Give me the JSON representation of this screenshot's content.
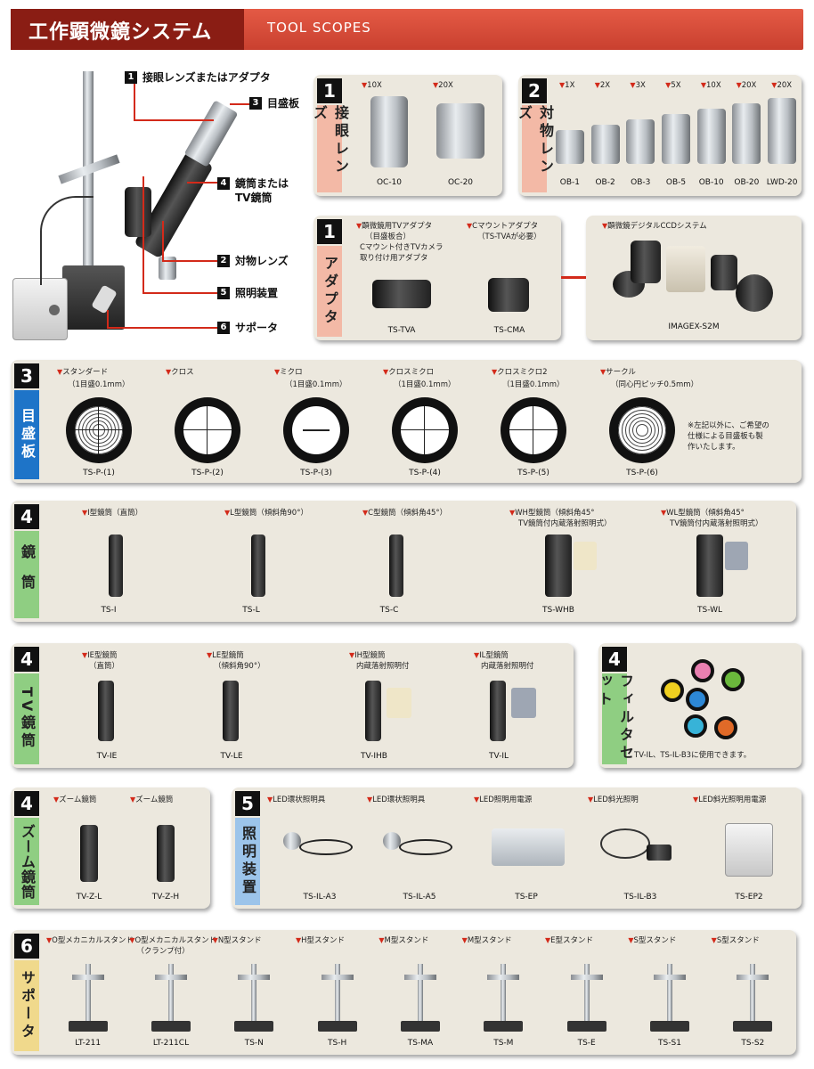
{
  "header": {
    "title": "工作顕微鏡システム",
    "subtitle": "TOOL SCOPES"
  },
  "diagram": {
    "callouts": [
      {
        "num": "1",
        "label": "接眼レンズまたはアダプタ"
      },
      {
        "num": "3",
        "label": "目盛板"
      },
      {
        "num": "4",
        "label": "鏡筒または"
      },
      {
        "num": "",
        "label": "TV鏡筒"
      },
      {
        "num": "2",
        "label": "対物レンズ"
      },
      {
        "num": "5",
        "label": "照明装置"
      },
      {
        "num": "6",
        "label": "サポータ"
      }
    ]
  },
  "eyepiece": {
    "num": "1",
    "label": "接眼レンズ",
    "items": [
      {
        "mag": "10X",
        "code": "OC-10"
      },
      {
        "mag": "20X",
        "code": "OC-20"
      }
    ]
  },
  "objective": {
    "num": "2",
    "label": "対物レンズ",
    "items": [
      {
        "mag": "1X",
        "code": "OB-1"
      },
      {
        "mag": "2X",
        "code": "OB-2"
      },
      {
        "mag": "3X",
        "code": "OB-3"
      },
      {
        "mag": "5X",
        "code": "OB-5"
      },
      {
        "mag": "10X",
        "code": "OB-10"
      },
      {
        "mag": "20X",
        "code": "OB-20"
      },
      {
        "mag": "20X",
        "code": "LWD-20"
      }
    ]
  },
  "adapter": {
    "num": "1",
    "label": "アダプタ",
    "items": [
      {
        "title": "顕微鏡用TVアダプタ",
        "lines": [
          "（目盛板合）",
          "Cマウント付きTVカメラ",
          "取り付け用アダプタ"
        ],
        "code": "TS-TVA"
      },
      {
        "title": "Cマウントアダプタ",
        "lines": [
          "（TS-TVAが必要）"
        ],
        "code": "TS-CMA"
      }
    ],
    "ccd": {
      "title": "顕微鏡デジタルCCDシステム",
      "code": "IMAGEX-S2M"
    }
  },
  "reticle": {
    "num": "3",
    "label": "目盛板",
    "items": [
      {
        "name": "スタンダード",
        "sub": "（1目盛0.1mm）",
        "code": "TS-P-(1)"
      },
      {
        "name": "クロス",
        "sub": "",
        "code": "TS-P-(2)"
      },
      {
        "name": "ミクロ",
        "sub": "（1目盛0.1mm）",
        "code": "TS-P-(3)"
      },
      {
        "name": "クロスミクロ",
        "sub": "（1目盛0.1mm）",
        "code": "TS-P-(4)"
      },
      {
        "name": "クロスミクロ2",
        "sub": "（1目盛0.1mm）",
        "code": "TS-P-(5)"
      },
      {
        "name": "サークル",
        "sub": "（同心円ピッチ0.5mm）",
        "code": "TS-P-(6)"
      }
    ],
    "note": [
      "※左記以外に、ご希望の",
      "仕様による目盛板も製",
      "作いたします。"
    ]
  },
  "tube": {
    "num": "4",
    "label": "鏡筒",
    "items": [
      {
        "name": "I型鏡筒（直筒）",
        "sub": "",
        "code": "TS-I"
      },
      {
        "name": "L型鏡筒（傾斜角90°）",
        "sub": "",
        "code": "TS-L"
      },
      {
        "name": "C型鏡筒（傾斜角45°）",
        "sub": "",
        "code": "TS-C"
      },
      {
        "name": "WH型鏡筒（傾斜角45°",
        "sub": "TV鏡筒付内蔵落射照明式）",
        "code": "TS-WHB"
      },
      {
        "name": "WL型鏡筒（傾斜角45°",
        "sub": "TV鏡筒付内蔵落射照明式）",
        "code": "TS-WL"
      }
    ]
  },
  "tvtube": {
    "num": "4",
    "label": "TV鏡筒",
    "items": [
      {
        "name": "IE型鏡筒",
        "sub": "（直筒）",
        "code": "TV-IE"
      },
      {
        "name": "LE型鏡筒",
        "sub": "（傾斜角90°）",
        "code": "TV-LE"
      },
      {
        "name": "IH型鏡筒",
        "sub": "内蔵落射照明付",
        "code": "TV-IHB"
      },
      {
        "name": "IL型鏡筒",
        "sub": "内蔵落射照明付",
        "code": "TV-IL"
      }
    ]
  },
  "filter": {
    "num": "4",
    "label": "フィルタセット",
    "note": "TV-IL、TS-IL-B3に使用できます。"
  },
  "zoom": {
    "num": "4",
    "label": "ズーム鏡筒",
    "items": [
      {
        "name": "ズーム鏡筒",
        "code": "TV-Z-L"
      },
      {
        "name": "ズーム鏡筒",
        "code": "TV-Z-H"
      }
    ]
  },
  "lighting": {
    "num": "5",
    "label": "照明装置",
    "items": [
      {
        "name": "LED環状照明具",
        "code": "TS-IL-A3"
      },
      {
        "name": "LED環状照明具",
        "code": "TS-IL-A5"
      },
      {
        "name": "LED照明用電源",
        "code": "TS-EP"
      },
      {
        "name": "LED斜光照明",
        "code": "TS-IL-B3"
      },
      {
        "name": "LED斜光照明用電源",
        "code": "TS-EP2"
      }
    ]
  },
  "supporter": {
    "num": "6",
    "label": "サポータ",
    "items": [
      {
        "name": "O型メカニカルスタンド",
        "sub": "",
        "code": "LT-211"
      },
      {
        "name": "O型メカニカルスタンド",
        "sub": "（クランプ付）",
        "code": "LT-211CL"
      },
      {
        "name": "N型スタンド",
        "sub": "",
        "code": "TS-N"
      },
      {
        "name": "H型スタンド",
        "sub": "",
        "code": "TS-H"
      },
      {
        "name": "M型スタンド",
        "sub": "",
        "code": "TS-MA"
      },
      {
        "name": "M型スタンド",
        "sub": "",
        "code": "TS-M"
      },
      {
        "name": "E型スタンド",
        "sub": "",
        "code": "TS-E"
      },
      {
        "name": "S型スタンド",
        "sub": "",
        "code": "TS-S1"
      },
      {
        "name": "S型スタンド",
        "sub": "",
        "code": "TS-S2"
      }
    ]
  },
  "colors": {
    "accent": "#d32a1a",
    "header": "#c9402f",
    "panel": "#ece8de"
  }
}
